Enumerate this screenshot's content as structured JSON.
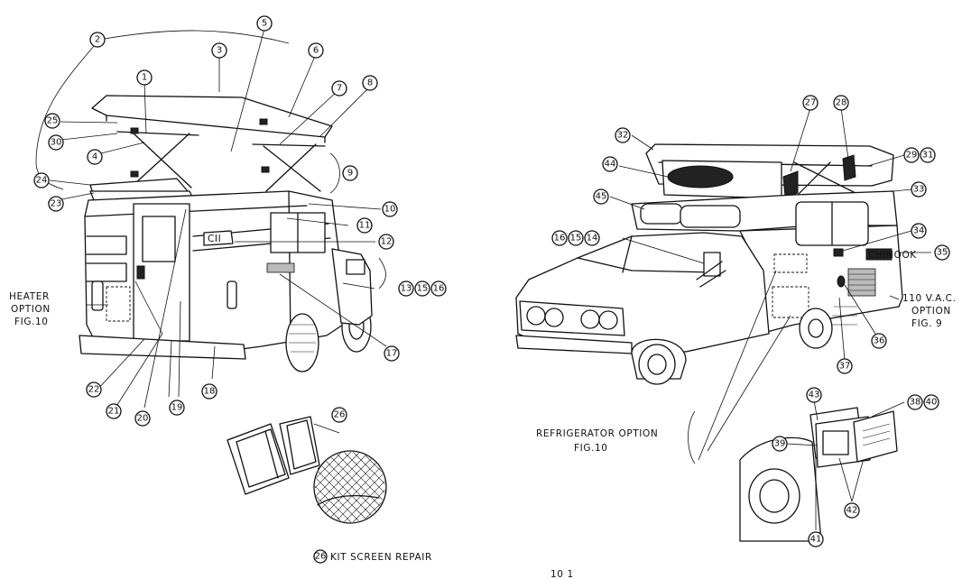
{
  "labels": {
    "heater_option": [
      "HEATER",
      "OPTION",
      "FIG.10"
    ],
    "refrigerator_option": [
      "REFRIGERATOR OPTION",
      "FIG.10"
    ],
    "vac_option": [
      "110 V.A.C.",
      "OPTION",
      "FIG. 9"
    ],
    "kit_screen_repair": "KIT SCREEN REPAIR",
    "kit_screen_repair_number": "26",
    "page_mark": "10 1"
  },
  "callouts": {
    "c1": "1",
    "c2": "2",
    "c3": "3",
    "c4": "4",
    "c5": "5",
    "c6": "6",
    "c7": "7",
    "c8": "8",
    "c9": "9",
    "c10": "10",
    "c11": "11",
    "c12": "12",
    "c13": "13",
    "c15": "15",
    "c16": "16",
    "c17": "17",
    "c18": "18",
    "c19": "19",
    "c20": "20",
    "c21": "21",
    "c22": "22",
    "c23": "23",
    "c24": "24",
    "c25": "25",
    "c26": "26",
    "c30": "30",
    "r14": "14",
    "r15": "15",
    "r16": "16",
    "r27": "27",
    "r28": "28",
    "r29": "29",
    "r31": "31",
    "r32": "32",
    "r33": "33",
    "r34": "34",
    "r35": "35",
    "r36": "36",
    "r37": "37",
    "r38": "38",
    "r39": "39",
    "r40": "40",
    "r41": "41",
    "r42": "42",
    "r43": "43",
    "r44": "44",
    "r45": "45"
  },
  "badge_text": "CHINOOK"
}
